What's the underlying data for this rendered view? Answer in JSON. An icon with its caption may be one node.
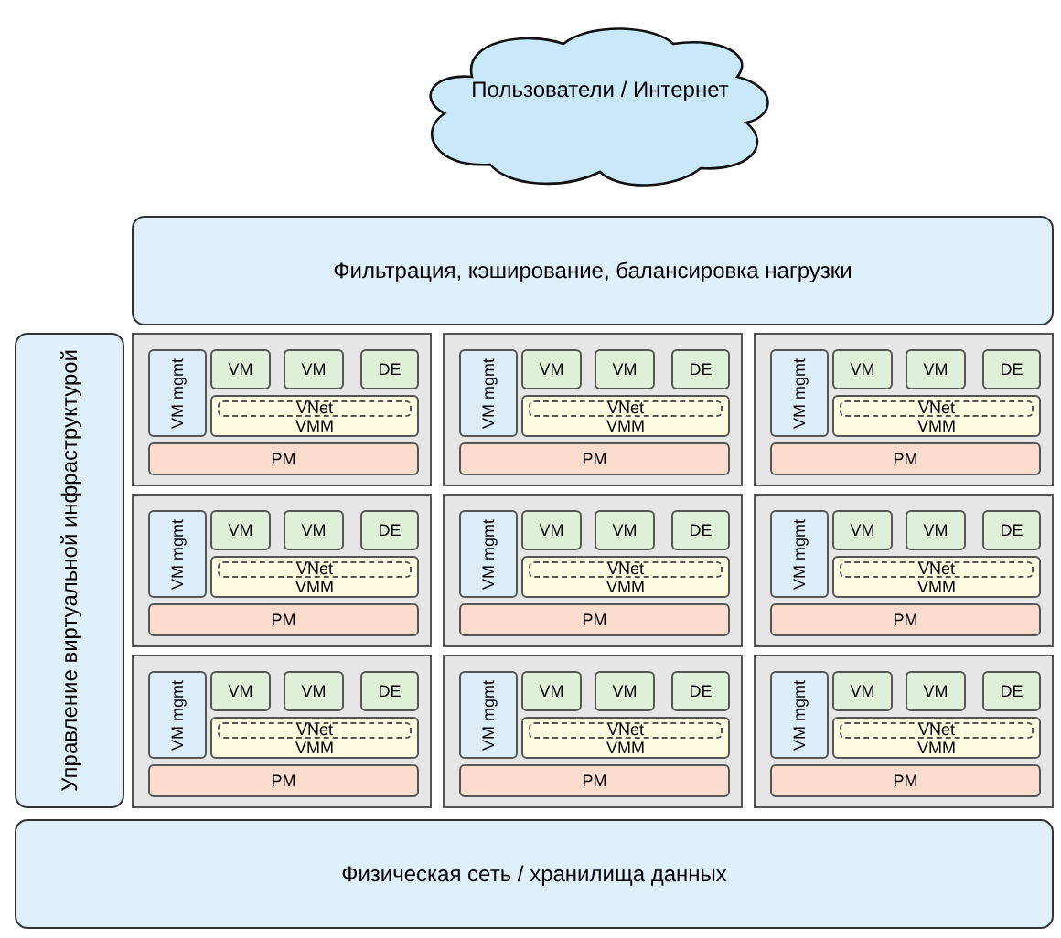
{
  "diagram": {
    "nodes": [
      {
        "text": [
          "Пользователи / Интернет"
        ]
      },
      {
        "text": [
          "Фильтрация,  кэширование, балансировка нагрузки"
        ]
      },
      {
        "text": [
          "Управление виртуальной инфраструктурой"
        ]
      },
      {
        "text": [],
        "shape": "box"
      },
      {
        "text": [
          "VM mgmt"
        ],
        "in": 3
      },
      {
        "text": [
          "VM"
        ],
        "in": 3
      },
      {
        "text": [
          "VM"
        ],
        "in": 3
      },
      {
        "text": [
          "DE"
        ],
        "in": 3
      },
      {
        "text": [
          "VMM"
        ],
        "in": 3
      },
      {
        "text": [
          "VNet"
        ],
        "in": 8
      },
      {
        "text": [
          "PM"
        ],
        "in": 3
      },
      {
        "text": [],
        "shape": "box"
      },
      {
        "text": [
          "VM mgmt"
        ],
        "in": 11
      },
      {
        "text": [
          "VM"
        ],
        "in": 11
      },
      {
        "text": [
          "VM"
        ],
        "in": 11
      },
      {
        "text": [
          "DE"
        ],
        "in": 11
      },
      {
        "text": [
          "VMM"
        ],
        "in": 11
      },
      {
        "text": [
          "VNet"
        ],
        "in": 16
      },
      {
        "text": [
          "PM"
        ],
        "in": 11
      },
      {
        "text": [],
        "shape": "box"
      },
      {
        "text": [
          "VM mgmt"
        ],
        "in": 19
      },
      {
        "text": [
          "VM"
        ],
        "in": 19
      },
      {
        "text": [
          "VM"
        ],
        "in": 19
      },
      {
        "text": [
          "DE"
        ],
        "in": 19
      },
      {
        "text": [
          "VMM"
        ],
        "in": 19
      },
      {
        "text": [
          "VNet"
        ],
        "in": 24
      },
      {
        "text": [
          "PM"
        ],
        "in": 19
      },
      {
        "text": [],
        "shape": "box"
      },
      {
        "text": [
          "VM mgmt"
        ],
        "in": 27
      },
      {
        "text": [
          "VM"
        ],
        "in": 27
      },
      {
        "text": [
          "VM"
        ],
        "in": 27
      },
      {
        "text": [
          "DE"
        ],
        "in": 27
      },
      {
        "text": [
          "VMM"
        ],
        "in": 27
      },
      {
        "text": [
          "VNet"
        ],
        "in": 32
      },
      {
        "text": [
          "PM"
        ],
        "in": 27
      },
      {
        "text": [],
        "shape": "box"
      },
      {
        "text": [
          "VM mgmt"
        ],
        "in": 35
      },
      {
        "text": [
          "VM"
        ],
        "in": 35
      },
      {
        "text": [
          "VM"
        ],
        "in": 35
      },
      {
        "text": [
          "DE"
        ],
        "in": 35
      },
      {
        "text": [
          "VMM"
        ],
        "in": 35
      },
      {
        "text": [
          "VNet"
        ],
        "in": 40
      },
      {
        "text": [
          "PM"
        ],
        "in": 35
      },
      {
        "text": [],
        "shape": "box"
      },
      {
        "text": [
          "VM mgmt"
        ],
        "in": 43
      },
      {
        "text": [
          "VM"
        ],
        "in": 43
      },
      {
        "text": [
          "VM"
        ],
        "in": 43
      },
      {
        "text": [
          "DE"
        ],
        "in": 43
      },
      {
        "text": [
          "VMM"
        ],
        "in": 43
      },
      {
        "text": [
          "VNet"
        ],
        "in": 48
      },
      {
        "text": [
          "PM"
        ],
        "in": 43
      },
      {
        "text": [],
        "shape": "box"
      },
      {
        "text": [
          "VM mgmt"
        ],
        "in": 51
      },
      {
        "text": [
          "VM"
        ],
        "in": 51
      },
      {
        "text": [
          "VM"
        ],
        "in": 51
      },
      {
        "text": [
          "DE"
        ],
        "in": 51
      },
      {
        "text": [
          "VMM"
        ],
        "in": 51
      },
      {
        "text": [
          "VNet"
        ],
        "in": 56
      },
      {
        "text": [
          "PM"
        ],
        "in": 51
      },
      {
        "text": [],
        "shape": "box"
      },
      {
        "text": [
          "VM mgmt"
        ],
        "in": 59
      },
      {
        "text": [
          "VM"
        ],
        "in": 59
      },
      {
        "text": [
          "VM"
        ],
        "in": 59
      },
      {
        "text": [
          "DE"
        ],
        "in": 59
      },
      {
        "text": [
          "VMM"
        ],
        "in": 59
      },
      {
        "text": [
          "VNet"
        ],
        "in": 64
      },
      {
        "text": [
          "PM"
        ],
        "in": 59
      },
      {
        "text": [],
        "shape": "box"
      },
      {
        "text": [
          "VM mgmt"
        ],
        "in": 67
      },
      {
        "text": [
          "VM"
        ],
        "in": 67
      },
      {
        "text": [
          "VM"
        ],
        "in": 67
      },
      {
        "text": [
          "DE"
        ],
        "in": 67
      },
      {
        "text": [
          "VMM"
        ],
        "in": 67
      },
      {
        "text": [
          "VNet"
        ],
        "in": 72
      },
      {
        "text": [
          "PM"
        ],
        "in": 67
      },
      {
        "text": [
          "Физическая сеть / хранилища данных"
        ]
      }
    ]
  }
}
